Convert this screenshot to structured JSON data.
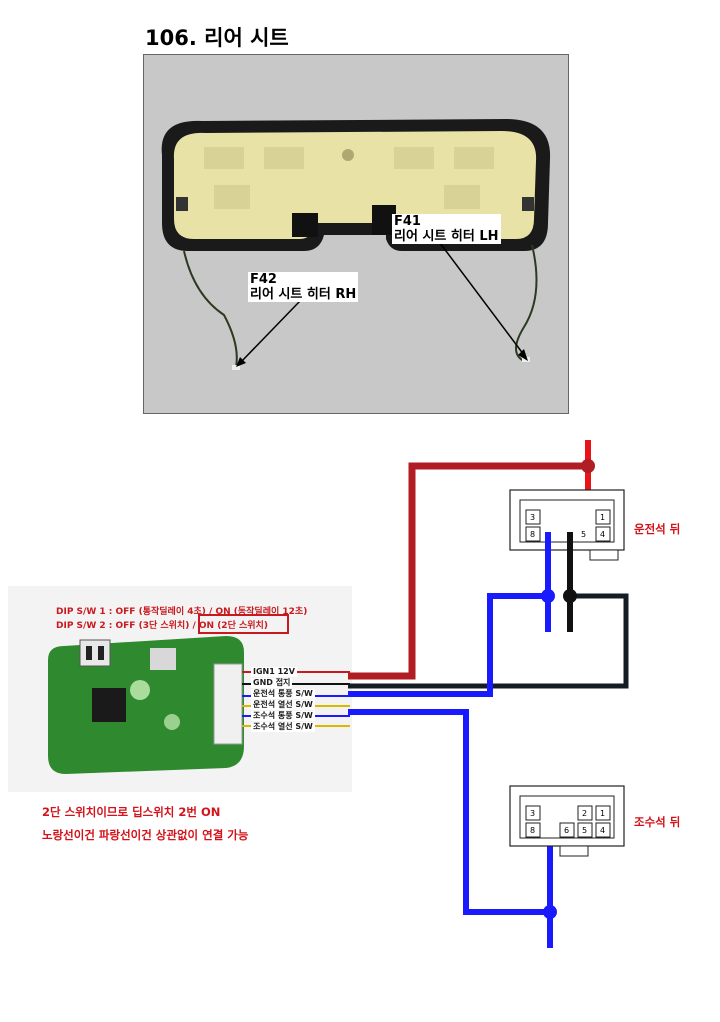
{
  "title": "106. 리어 시트",
  "photo": {
    "callouts": [
      {
        "code": "F41",
        "name": "리어 시트 히터 LH"
      },
      {
        "code": "F42",
        "name": "리어 시트 히터 RH"
      }
    ]
  },
  "dip": {
    "line1": "DIP S/W 1 :  OFF (통작딜레이 4초) / ON (동작딜레이 12초)",
    "line2": "DIP S/W 2 :  OFF (3단 스위치) / ON (2단 스위치)"
  },
  "wires": [
    {
      "label": "IGN1 12V",
      "color": "#c8191e"
    },
    {
      "label": "GND 접지",
      "color": "#111111"
    },
    {
      "label": "운전석 통풍 S/W",
      "color": "#1a1aff"
    },
    {
      "label": "운전석 열선 S/W",
      "color": "#d8b800"
    },
    {
      "label": "조수석 통풍 S/W",
      "color": "#1a1aff"
    },
    {
      "label": "조수석 열선 S/W",
      "color": "#d8b800"
    }
  ],
  "notes": [
    "2단 스위치이므로 딥스위치 2번 ON",
    "노랑선이건 파랑선이건 상관없이 연결 가능"
  ],
  "connectors": {
    "driver": {
      "label": "운전석 뒤",
      "top_pins": [
        "3",
        "",
        "",
        "1"
      ],
      "bottom_pins": [
        "8",
        "",
        "5",
        "4"
      ]
    },
    "passenger": {
      "label": "조수석 뒤",
      "top_pins": [
        "3",
        "",
        "2",
        "1"
      ],
      "bottom_pins": [
        "8",
        "6",
        "5",
        "4"
      ]
    }
  },
  "colors": {
    "red": "#c8191e",
    "bright_red": "#e8141a",
    "black": "#111111",
    "blue": "#1a1aff",
    "board_green": "#2f8a2f"
  }
}
